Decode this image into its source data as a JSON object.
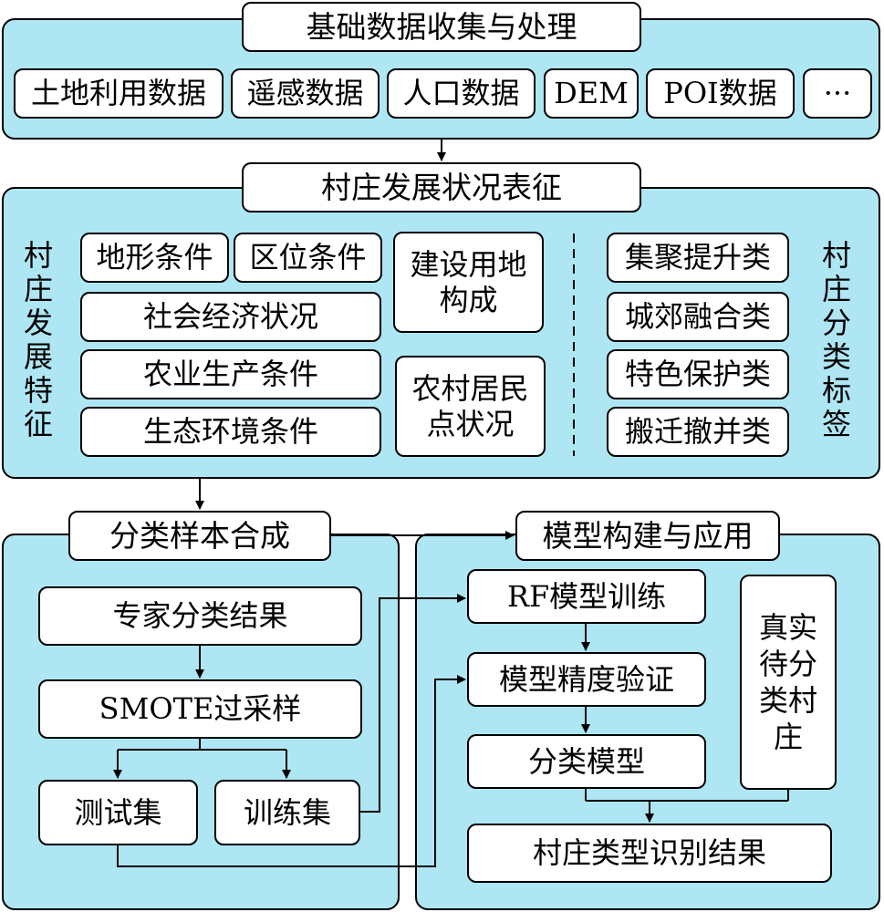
{
  "section1": {
    "title": "基础数据收集与处理",
    "items": [
      "土地利用数据",
      "遥感数据",
      "人口数据",
      "DEM",
      "POI数据",
      "···"
    ]
  },
  "section2": {
    "title": "村庄发展状况表征",
    "left_label": "村庄发展特征",
    "right_label": "村庄分类标签",
    "features": {
      "terrain": "地形条件",
      "location": "区位条件",
      "socioeconomic": "社会经济状况",
      "agriculture": "农业生产条件",
      "ecology": "生态环境条件",
      "construction_land": "建设用地\n构成",
      "settlement": "农村居民\n点状况"
    },
    "labels": [
      "集聚提升类",
      "城郊融合类",
      "特色保护类",
      "搬迁撤并类"
    ]
  },
  "section3": {
    "title": "分类样本合成",
    "expert": "专家分类结果",
    "smote": "SMOTE过采样",
    "test": "测试集",
    "train": "训练集"
  },
  "section4": {
    "title": "模型构建与应用",
    "rf_train": "RF模型训练",
    "accuracy": "模型精度验证",
    "model": "分类模型",
    "unclassified": "真实待分类村庄",
    "result": "村庄类型识别结果"
  },
  "colors": {
    "panel": "#aee6f4",
    "box": "#ffffff",
    "line": "#000000"
  }
}
